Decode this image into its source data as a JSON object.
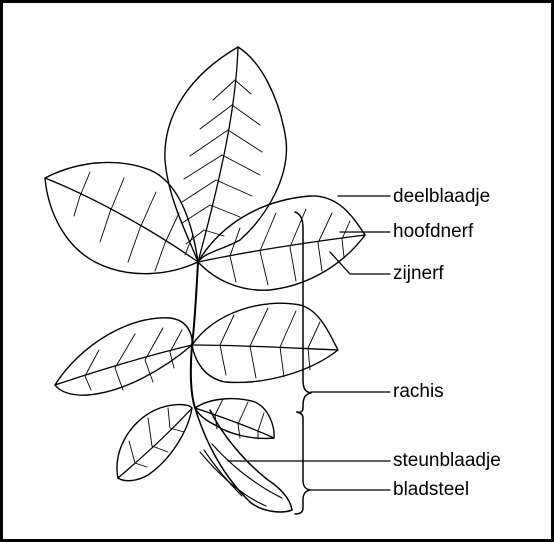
{
  "labels": {
    "deelblaadje": "deelblaadje",
    "hoofdnerf": "hoofdnerf",
    "zijnerf": "zijnerf",
    "rachis": "rachis",
    "steunblaadje": "steunblaadje",
    "bladsteel": "bladsteel"
  },
  "colors": {
    "ink": "#000000",
    "paper": "#ffffff"
  }
}
